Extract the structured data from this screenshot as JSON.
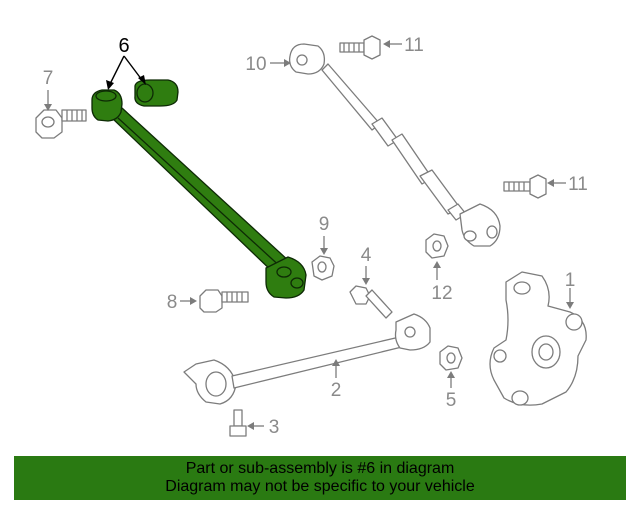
{
  "callouts": {
    "c1": "1",
    "c2": "2",
    "c3": "3",
    "c4": "4",
    "c5": "5",
    "c6": "6",
    "c7": "7",
    "c8": "8",
    "c9": "9",
    "c10": "10",
    "c11a": "11",
    "c11b": "11",
    "c12": "12"
  },
  "banner": {
    "line1": "Part or sub-assembly is #6 in diagram",
    "line2": "Diagram may not be specific to your vehicle"
  },
  "colors": {
    "banner_bg": "#2a7a12",
    "highlight_part": "#2f7d10",
    "outline": "#7c7c7c"
  }
}
